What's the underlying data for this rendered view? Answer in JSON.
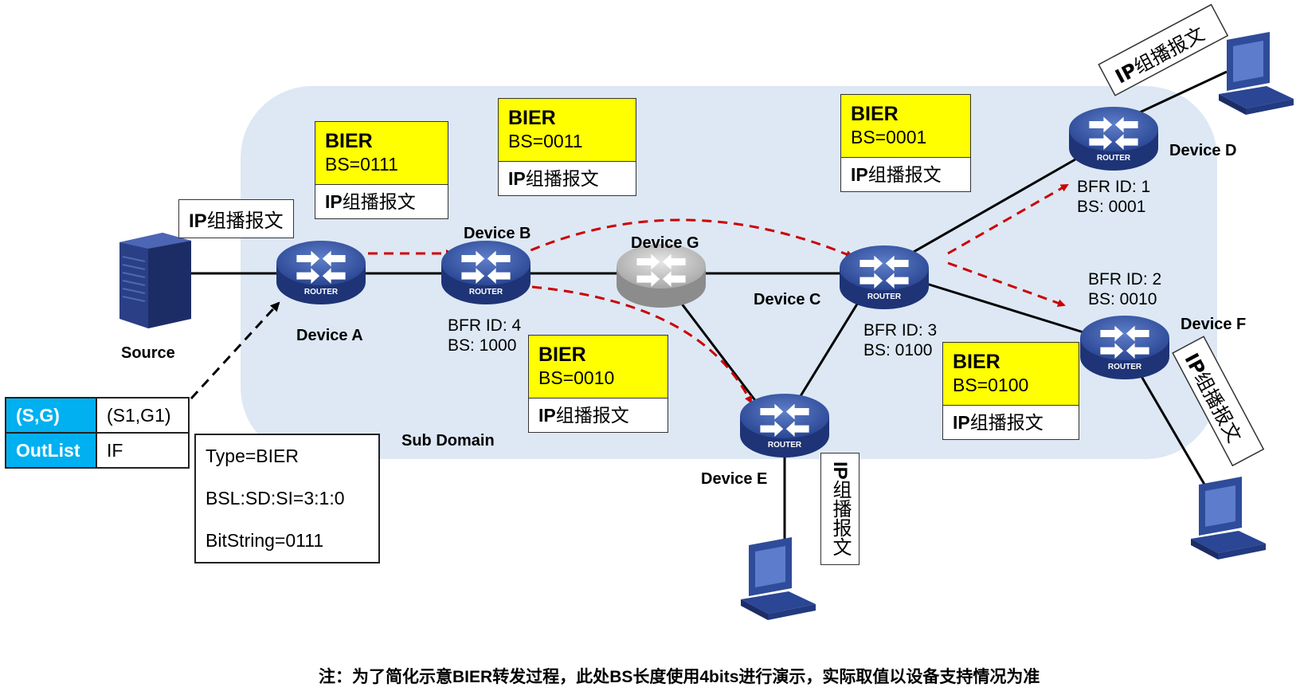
{
  "domain_label": "Sub Domain",
  "source_label": "Source",
  "devices": {
    "a": "Device A",
    "b": "Device B",
    "c": "Device C",
    "d": "Device D",
    "e": "Device E",
    "f": "Device F",
    "g": "Device G"
  },
  "router_text": "ROUTER",
  "bfr": {
    "b": {
      "id": "BFR ID: 4",
      "bs": "BS: 1000"
    },
    "c": {
      "id": "BFR ID: 3",
      "bs": "BS: 0100"
    },
    "d": {
      "id": "BFR ID: 1",
      "bs": "BS: 0001"
    },
    "f": {
      "id": "BFR ID: 2",
      "bs": "BS: 0010"
    }
  },
  "ip_packet": {
    "prefix": "IP",
    "text": "组播报文"
  },
  "bier_boxes": [
    {
      "title": "BIER",
      "bs": "BS=0111"
    },
    {
      "title": "BIER",
      "bs": "BS=0011"
    },
    {
      "title": "BIER",
      "bs": "BS=0001"
    },
    {
      "title": "BIER",
      "bs": "BS=0010"
    },
    {
      "title": "BIER",
      "bs": "BS=0100"
    }
  ],
  "table": {
    "sg_key": "(S,G)",
    "sg_value": "(S1,G1)",
    "outlist_key": "OutList",
    "outlist_value": "IF",
    "if_rows": [
      "Type=BIER",
      "BSL:SD:SI=3:1:0",
      "BitString=0111"
    ]
  },
  "footnote": {
    "p1": "注：为了简化示意",
    "b1": "BIER",
    "p2": "转发过程，此处",
    "b2": "BS",
    "p3": "长度使用",
    "b3": "4bits",
    "p4": "进行演示，实际取值以设备支持情况为准"
  },
  "colors": {
    "domain_bg": "#dde8f4",
    "router": "#2f4c9a",
    "highlight": "#ffff00",
    "table_key": "#00b0f0",
    "arrow": "#cc0000"
  }
}
